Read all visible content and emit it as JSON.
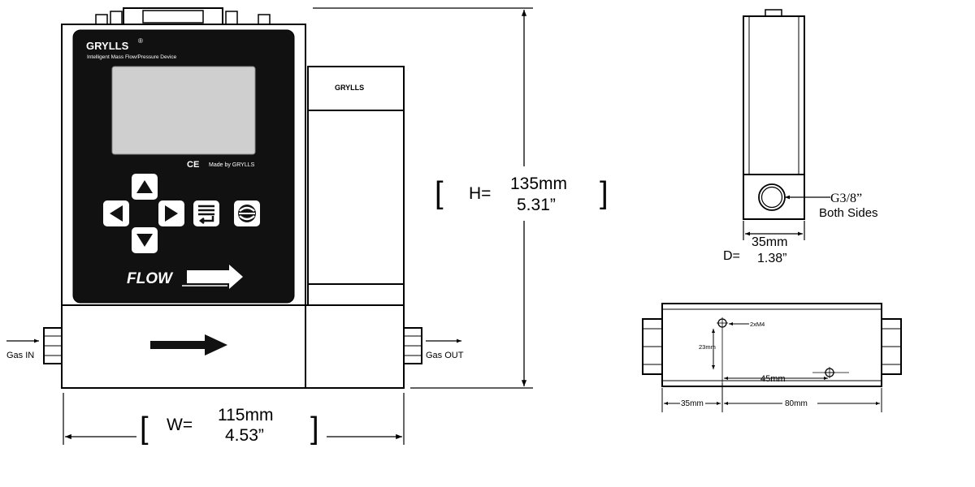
{
  "front_view": {
    "brand": "GRYLLS",
    "registered_mark": "®",
    "subtitle": "Intelligent Mass Flow/Pressure Device",
    "ce_mark": "CE",
    "made_by": "Made by GRYLLS",
    "flow_label": "FLOW",
    "side_brand": "GRYLLS",
    "gas_in": "Gas IN",
    "gas_out": "Gas OUT"
  },
  "dimensions": {
    "width_label": "W=",
    "width_mm": "115mm",
    "width_in": "4.53”",
    "height_label": "H=",
    "height_mm": "135mm",
    "height_in": "5.31”",
    "depth_label": "D=",
    "depth_mm": "35mm",
    "depth_in": "1.38”",
    "bracket_open": "[",
    "bracket_close": "]"
  },
  "side_view": {
    "port_thread": "G3/8”",
    "port_note": "Both Sides"
  },
  "bottom_view": {
    "holes": "2xM4",
    "hole_spacing_vertical": "23mm",
    "hole_spacing_horizontal": "45mm",
    "offset_left": "35mm",
    "offset_span": "80mm"
  },
  "colors": {
    "panel": "#111111",
    "lcd": "#cfcfcf",
    "outline": "#000000"
  }
}
